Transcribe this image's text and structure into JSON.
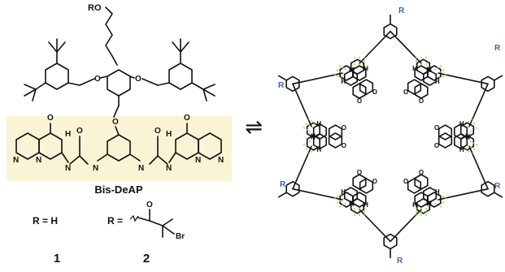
{
  "molecule": {
    "name": "Bis-DeAP",
    "side_group": "RO",
    "tBu_labels": [],
    "atoms": {
      "O": "O",
      "N": "N",
      "H": "H",
      "NH": "H"
    }
  },
  "r_variants": [
    {
      "formula": "R = H",
      "number": "1"
    },
    {
      "formula": "R =",
      "number": "2",
      "substituent": [
        "O",
        "Br"
      ]
    }
  ],
  "equilibrium_symbol": "⇌",
  "assembly": {
    "r_label": "R",
    "monomer_count": 6
  },
  "colors": {
    "highlight": "#fbf3d5",
    "hbond": "#8ccf3a",
    "r_label": "#3a63c8"
  }
}
